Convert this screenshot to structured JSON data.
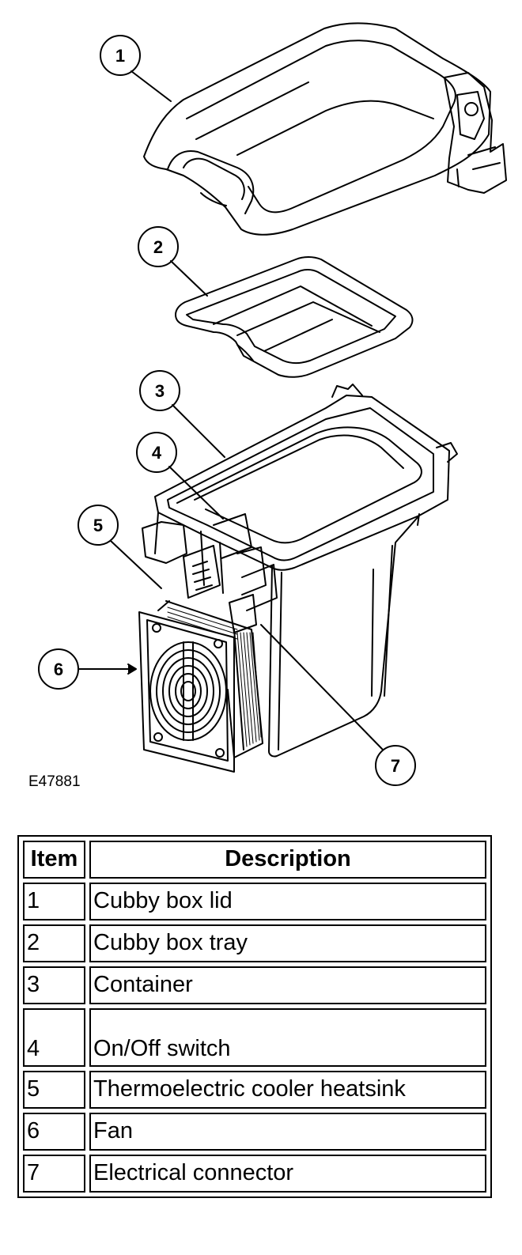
{
  "figure": {
    "id": "E47881",
    "callouts": [
      "1",
      "2",
      "3",
      "4",
      "5",
      "6",
      "7"
    ]
  },
  "table": {
    "headers": {
      "item": "Item",
      "description": "Description"
    },
    "rows": [
      {
        "item": "1",
        "description": "Cubby box lid"
      },
      {
        "item": "2",
        "description": "Cubby box tray"
      },
      {
        "item": "3",
        "description": "Container"
      },
      {
        "item": "4",
        "description": "On/Off switch"
      },
      {
        "item": "5",
        "description": "Thermoelectric cooler heatsink"
      },
      {
        "item": "6",
        "description": "Fan"
      },
      {
        "item": "7",
        "description": "Electrical connector"
      }
    ]
  }
}
